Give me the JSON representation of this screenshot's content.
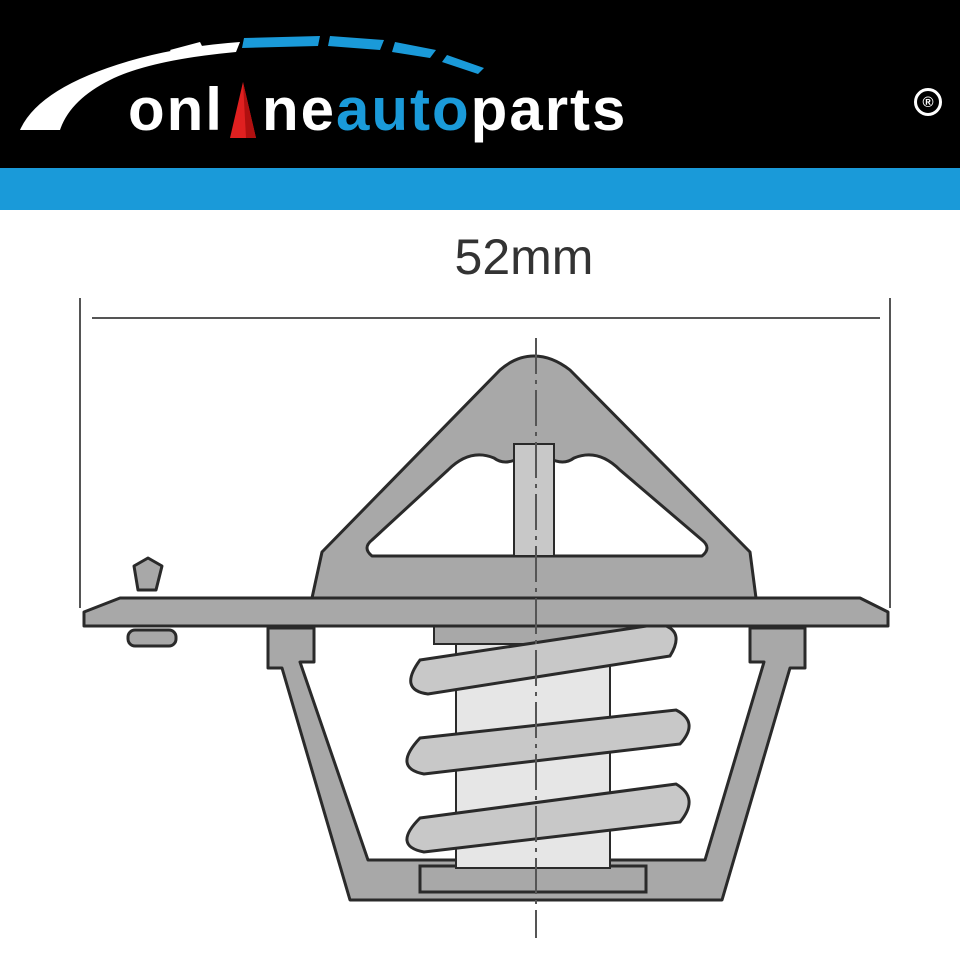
{
  "brand": {
    "logo_text_1": "onl",
    "logo_text_2": "ne",
    "logo_text_3": "auto",
    "logo_text_4": "parts",
    "registered_mark": "®",
    "colors": {
      "banner_background": "#000000",
      "accent_stripe": "#1a9ad9",
      "logo_accent_red": "#e02020",
      "logo_white": "#ffffff"
    }
  },
  "diagram": {
    "dimension_label": "52mm",
    "part_fill_color": "#a8a8a8",
    "spring_fill_color": "#c8c8c8",
    "stem_fill_color": "#e6e6e6",
    "outline_color": "#2a2a2a"
  }
}
